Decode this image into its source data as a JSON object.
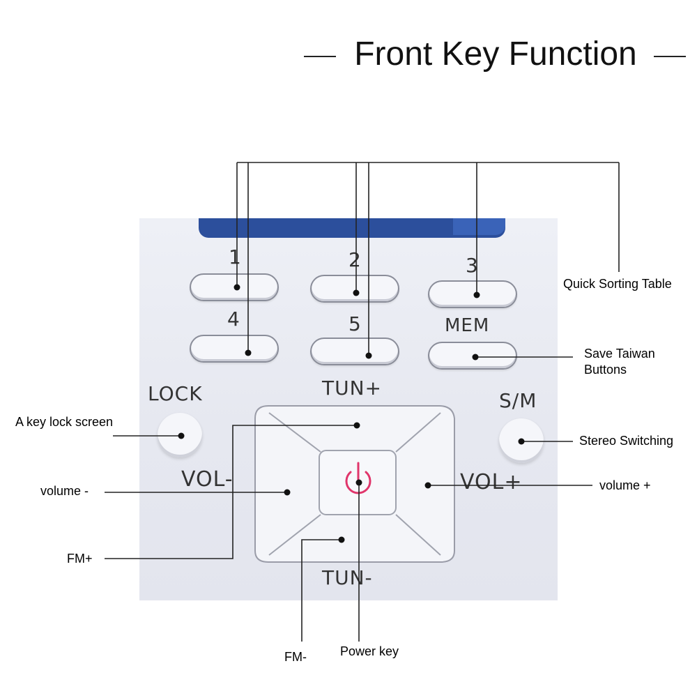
{
  "title": "Front Key Function",
  "panel_labels": {
    "key1": "1",
    "key2": "2",
    "key3": "3",
    "key4": "4",
    "key5": "5",
    "mem": "MEM",
    "tun_plus": "TUN+",
    "lock": "LOCK",
    "sm": "S/M",
    "vol_minus": "VOL-",
    "vol_plus": "VOL+",
    "tun_minus": "TUN-"
  },
  "callouts": {
    "quick_sorting": "Quick Sorting Table",
    "save_line1": "Save Taiwan",
    "save_line2": "Buttons",
    "key_lock": "A key lock screen",
    "stereo": "Stereo Switching",
    "volume_minus": "volume -",
    "volume_plus": "volume +",
    "fm_plus": "FM+",
    "fm_minus": "FM-",
    "power": "Power key"
  },
  "colors": {
    "panel": "#e6e8f0",
    "screen": "#2c4f9c",
    "power_icon": "#e0356b",
    "line": "#222222"
  }
}
